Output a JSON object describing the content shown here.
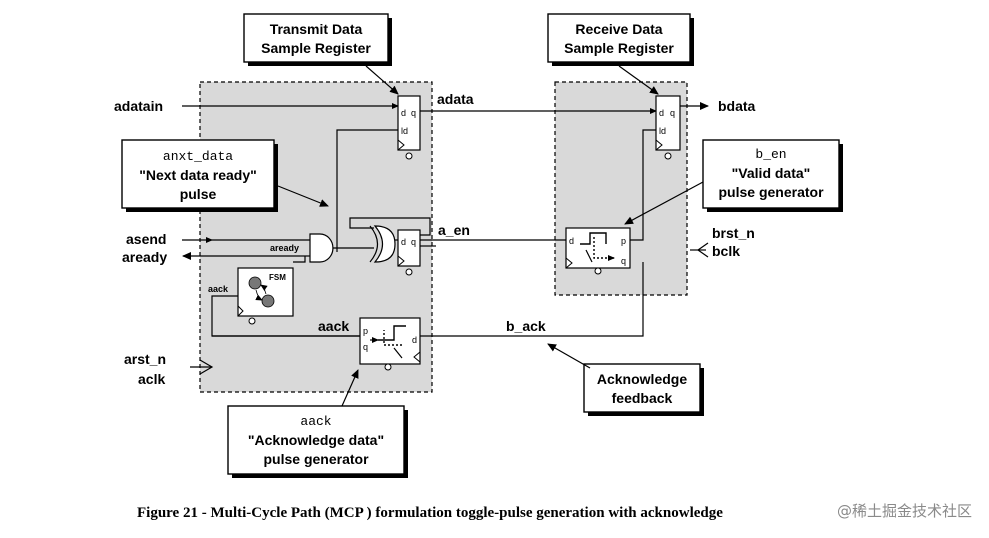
{
  "callouts": {
    "transmit": {
      "line1": "Transmit Data",
      "line2": "Sample Register"
    },
    "receive": {
      "line1": "Receive Data",
      "line2": "Sample Register"
    },
    "anxt": {
      "code": "anxt_data",
      "line1": "\"Next data ready\"",
      "line2": "pulse"
    },
    "b_en": {
      "code": "b_en",
      "line1": "\"Valid data\"",
      "line2": "pulse generator"
    },
    "ack_feedback": {
      "line1": "Acknowledge",
      "line2": "feedback"
    },
    "aack_gen": {
      "code": "aack",
      "line1": "\"Acknowledge data\"",
      "line2": "pulse generator"
    }
  },
  "signals": {
    "adatain": "adatain",
    "adata": "adata",
    "bdata": "bdata",
    "asend": "asend",
    "aready_out": "aready",
    "aready_in": "aready",
    "aack_fsm": "aack",
    "aack": "aack",
    "a_en": "a_en",
    "b_ack": "b_ack",
    "arst_n": "arst_n",
    "aclk": "aclk",
    "brst_n": "brst_n",
    "bclk": "bclk"
  },
  "blocks": {
    "fsm": "FSM"
  },
  "pins": {
    "d": "d",
    "q": "q",
    "ld": "ld",
    "p": "p"
  },
  "caption": "Figure 21 - Multi-Cycle Path (MCP ) formulation toggle-pulse generation with acknowledge",
  "watermark": "@稀土掘金技术社区"
}
